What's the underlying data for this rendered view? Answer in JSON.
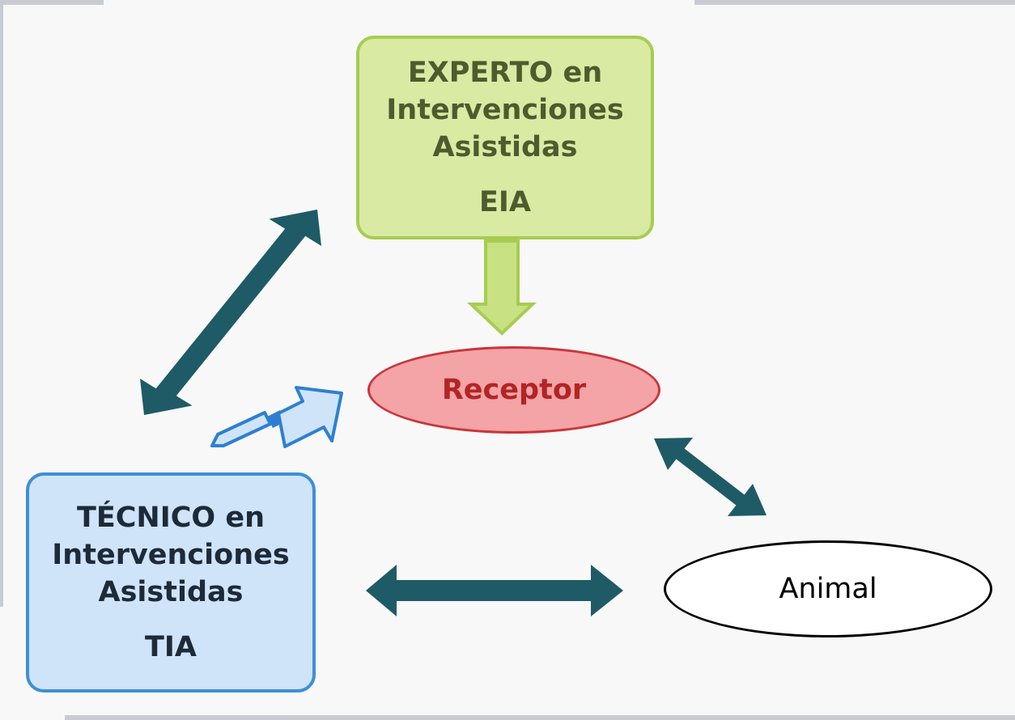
{
  "colors": {
    "teal_arrow": "#1e5b66",
    "green_arrow_fill": "#c8e183",
    "green_arrow_stroke": "#a7cc52",
    "blue_arrow_fill": "#cfe4f8",
    "blue_arrow_stroke": "#2e7fd1"
  },
  "nodes": {
    "eia": {
      "title_line1": "EXPERTO en",
      "title_line2": "Intervenciones",
      "title_line3": "Asistidas",
      "abbr": "EIA"
    },
    "tia": {
      "title_line1": "TÉCNICO en",
      "title_line2": "Intervenciones",
      "title_line3": "Asistidas",
      "abbr": "TIA"
    },
    "receptor": {
      "label": "Receptor"
    },
    "animal": {
      "label": "Animal"
    }
  },
  "connections": [
    {
      "from": "tia",
      "to": "eia",
      "type": "bidirectional"
    },
    {
      "from": "eia",
      "to": "receptor",
      "type": "directed"
    },
    {
      "from": "tia",
      "to": "receptor",
      "type": "directed"
    },
    {
      "from": "receptor",
      "to": "animal",
      "type": "bidirectional"
    },
    {
      "from": "tia",
      "to": "animal",
      "type": "bidirectional"
    }
  ]
}
